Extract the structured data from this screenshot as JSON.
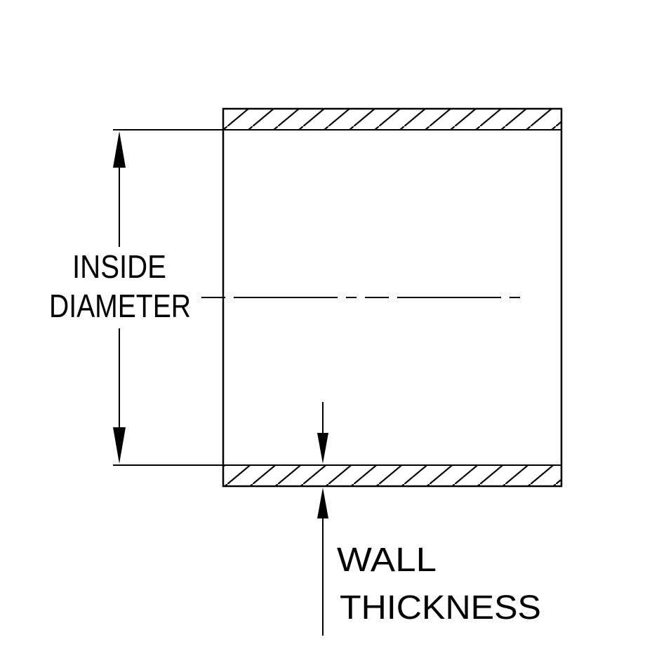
{
  "colors": {
    "line": "#000000",
    "background": "#ffffff"
  },
  "labels": {
    "inside_diameter_line1": "INSIDE",
    "inside_diameter_line2": "DIAMETER",
    "wall_thickness_line1": "WALL",
    "wall_thickness_line2": "THICKNESS"
  }
}
